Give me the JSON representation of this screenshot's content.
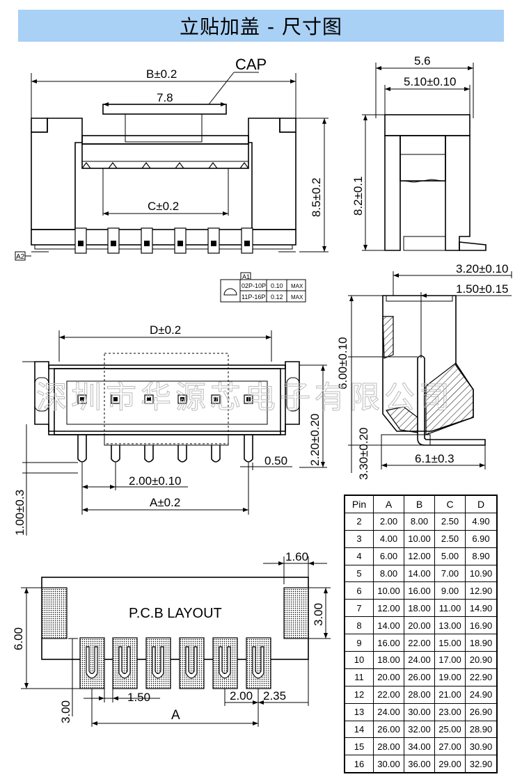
{
  "title": "立贴加盖 - 尺寸图",
  "watermark": "深圳市华源芯电子有限公司",
  "labels": {
    "cap": "CAP",
    "b_dim": "B±0.2",
    "w78": "7.8",
    "c_dim": "C±0.2",
    "h85": "8.5±0.2",
    "w56": "5.6",
    "w510": "5.10±0.10",
    "h82": "8.2±0.1",
    "a2": "A2",
    "a1": "A1",
    "note_r1_a": "02P-10P",
    "note_r1_b": "0.10",
    "note_r1_c": "MAX",
    "note_r2_a": "11P-16P",
    "note_r2_b": "0.12",
    "note_r2_c": "MAX",
    "d_dim": "D±0.2",
    "h220": "2.20±0.20",
    "w050": "0.50",
    "p200": "2.00±0.10",
    "a_dim": "A±0.2",
    "h100": "1.00±0.3",
    "w320": "3.20±0.10",
    "w150b": "1.50±0.15",
    "h600b": "6.00±0.10",
    "h330": "3.30±0.20",
    "w61": "6.1±0.3",
    "w160": "1.60",
    "pcb": "P.C.B LAYOUT",
    "h300r": "3.00",
    "h600": "6.00",
    "w150": "1.50",
    "w200": "2.00",
    "w235": "2.35",
    "h300l": "3.00",
    "a_pcb": "A"
  },
  "table": {
    "headers": [
      "Pin",
      "A",
      "B",
      "C",
      "D"
    ],
    "rows": [
      [
        "2",
        "2.00",
        "8.00",
        "2.50",
        "4.90"
      ],
      [
        "3",
        "4.00",
        "10.00",
        "2.50",
        "6.90"
      ],
      [
        "4",
        "6.00",
        "12.00",
        "5.00",
        "8.90"
      ],
      [
        "5",
        "8.00",
        "14.00",
        "7.00",
        "10.90"
      ],
      [
        "6",
        "10.00",
        "16.00",
        "9.00",
        "12.90"
      ],
      [
        "7",
        "12.00",
        "18.00",
        "11.00",
        "14.90"
      ],
      [
        "8",
        "14.00",
        "20.00",
        "13.00",
        "16.90"
      ],
      [
        "9",
        "16.00",
        "22.00",
        "15.00",
        "18.90"
      ],
      [
        "10",
        "18.00",
        "24.00",
        "17.00",
        "20.90"
      ],
      [
        "11",
        "20.00",
        "26.00",
        "19.00",
        "22.90"
      ],
      [
        "12",
        "22.00",
        "28.00",
        "21.00",
        "24.90"
      ],
      [
        "13",
        "24.00",
        "30.00",
        "23.00",
        "26.90"
      ],
      [
        "14",
        "26.00",
        "32.00",
        "25.00",
        "28.90"
      ],
      [
        "15",
        "28.00",
        "34.00",
        "27.00",
        "30.90"
      ],
      [
        "16",
        "30.00",
        "36.00",
        "29.00",
        "32.90"
      ]
    ]
  }
}
